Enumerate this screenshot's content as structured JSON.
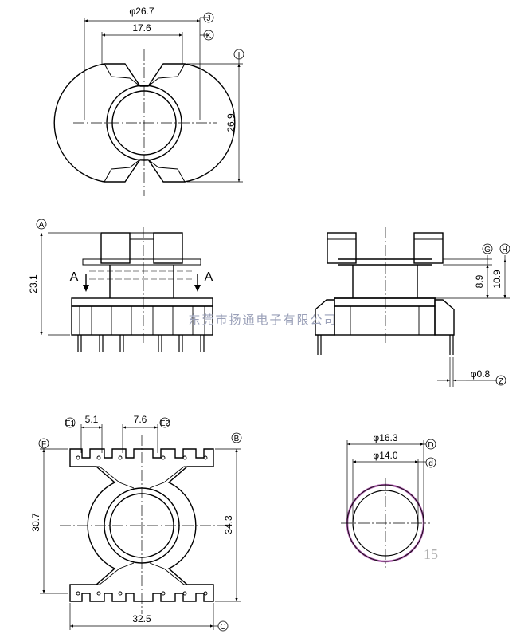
{
  "top_view": {
    "dia_outer": "φ26.7",
    "width_inner": "17.6",
    "height": "26.9",
    "callout_J": "J",
    "callout_K": "K",
    "callout_I": "I"
  },
  "front_view": {
    "callout_A": "A",
    "height": "23.1",
    "section_left": "A",
    "section_right": "A"
  },
  "side_view": {
    "dim_89": "8.9",
    "dim_109": "10.9",
    "pin_dia": "φ0.8",
    "callout_G": "G",
    "callout_H": "H",
    "callout_Z": "Z"
  },
  "bottom_view": {
    "pitch_51": "5.1",
    "pitch_76": "7.6",
    "callout_E1": "E1",
    "callout_E2": "E2",
    "callout_F": "F",
    "callout_B": "B",
    "callout_C": "C",
    "height_307": "30.7",
    "height_343": "34.3",
    "width_325": "32.5"
  },
  "core_view": {
    "dia_163": "φ16.3",
    "dia_140": "φ14.0",
    "callout_D": "D",
    "callout_d": "d"
  },
  "watermark": "东莞市扬通电子有限公司",
  "page_number": "15"
}
